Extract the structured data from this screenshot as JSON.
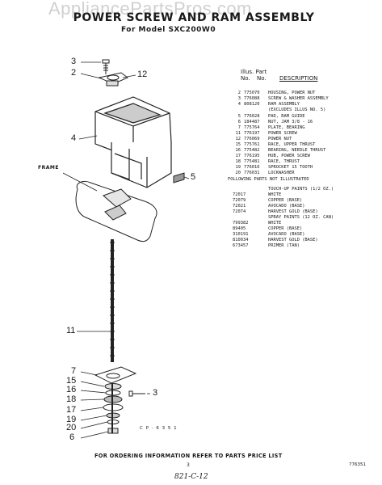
{
  "header": {
    "watermark": "AppliancePartsPros.com",
    "title": "POWER SCREW AND RAM ASSEMBLY",
    "model_label": "For Model SXC200W0"
  },
  "table": {
    "header_line1": "Illus.  Part",
    "header_no": "No.",
    "header_no2": "No.",
    "header_desc": "DESCRIPTION",
    "rows": [
      {
        "illus": "2",
        "part": "775070",
        "desc": "HOUSING, POWER NUT"
      },
      {
        "illus": "3",
        "part": "776088",
        "desc": "SCREW & WASHER ASSEMBLY"
      },
      {
        "illus": "4",
        "part": "808120",
        "desc": "RAM ASSEMBLY"
      },
      {
        "illus": "",
        "part": "",
        "desc": "(EXCLUDES ILLUS NO. 5)"
      },
      {
        "illus": "5",
        "part": "776028",
        "desc": "PAD, RAM GUIDE"
      },
      {
        "illus": "6",
        "part": "184487",
        "desc": "NUT, JAM 3/8 - 16"
      },
      {
        "illus": "7",
        "part": "775764",
        "desc": "PLATE, BEARING"
      },
      {
        "illus": "11",
        "part": "776197",
        "desc": "POWER SCREW"
      },
      {
        "illus": "12",
        "part": "776069",
        "desc": "POWER NUT"
      },
      {
        "illus": "15",
        "part": "775761",
        "desc": "RACE, UPPER THRUST"
      },
      {
        "illus": "16",
        "part": "775482",
        "desc": "BEARING, NEEDLE THRUST"
      },
      {
        "illus": "17",
        "part": "776195",
        "desc": "HUB, POWER SCREW"
      },
      {
        "illus": "18",
        "part": "775481",
        "desc": "RACE, THRUST"
      },
      {
        "illus": "19",
        "part": "776016",
        "desc": "SPROCKET 15 TOOTH"
      },
      {
        "illus": "20",
        "part": "776031",
        "desc": "LOCKWASHER"
      }
    ],
    "not_illustrated_heading": "FOLLOWING PARTS NOT ILLUSTRATED",
    "touchup_heading": "TOUCH-UP PAINTS (1/2 OZ.)",
    "touchup": [
      {
        "part": "72017",
        "desc": "WHITE"
      },
      {
        "part": "72079",
        "desc": "COPPER (BASE)"
      },
      {
        "part": "72021",
        "desc": "AVOCADO (BASE)"
      },
      {
        "part": "72074",
        "desc": "HARVEST GOLD (BASE)"
      }
    ],
    "spray_heading": "SPRAY PAINTS (12 OZ. CAN)",
    "spray": [
      {
        "part": "799382",
        "desc": "WHITE"
      },
      {
        "part": "89405",
        "desc": "COPPER (BASE)"
      },
      {
        "part": "310191",
        "desc": "AVOCADO (BASE)"
      },
      {
        "part": "810034",
        "desc": "HARVEST GOLD (BASE)"
      },
      {
        "part": "673457",
        "desc": "PRIMER (TAN)"
      }
    ]
  },
  "diagram": {
    "callouts": [
      "3",
      "2",
      "12",
      "4",
      "5",
      "11",
      "7",
      "15",
      "16",
      "18",
      "17",
      "19",
      "20",
      "6",
      "3"
    ],
    "frame_label": "FRAME",
    "cp_code": "C P - 6 3 5 1"
  },
  "footer": {
    "ordering": "FOR ORDERING INFORMATION REFER TO PARTS PRICE LIST",
    "page_number": "3",
    "part_code": "776351",
    "handwritten": "821-C-12"
  }
}
